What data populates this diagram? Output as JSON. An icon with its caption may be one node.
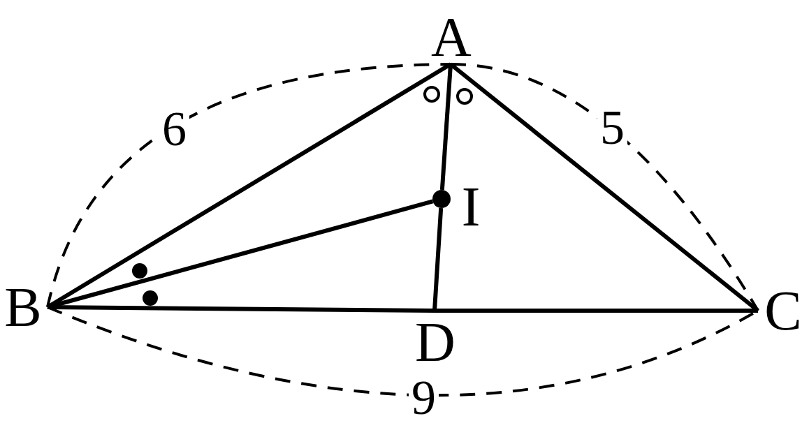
{
  "diagram": {
    "nodes": [
      {
        "text": [
          "A"
        ]
      },
      {
        "text": [
          "B"
        ]
      },
      {
        "text": [
          "C"
        ]
      },
      {
        "text": [
          "D"
        ]
      },
      {
        "text": [
          "I"
        ]
      }
    ],
    "edges": [
      {
        "from": 0,
        "to": 1,
        "arrow": "none"
      },
      {
        "from": 0,
        "to": 2,
        "arrow": "none"
      },
      {
        "from": 1,
        "to": 3,
        "arrow": "none"
      },
      {
        "from": 3,
        "to": 2,
        "arrow": "none"
      },
      {
        "from": 0,
        "to": 4,
        "arrow": "none"
      },
      {
        "from": 4,
        "to": 3,
        "arrow": "none"
      },
      {
        "from": 1,
        "to": 4,
        "arrow": "none"
      }
    ],
    "labels": [
      "6",
      "5",
      "9"
    ]
  }
}
